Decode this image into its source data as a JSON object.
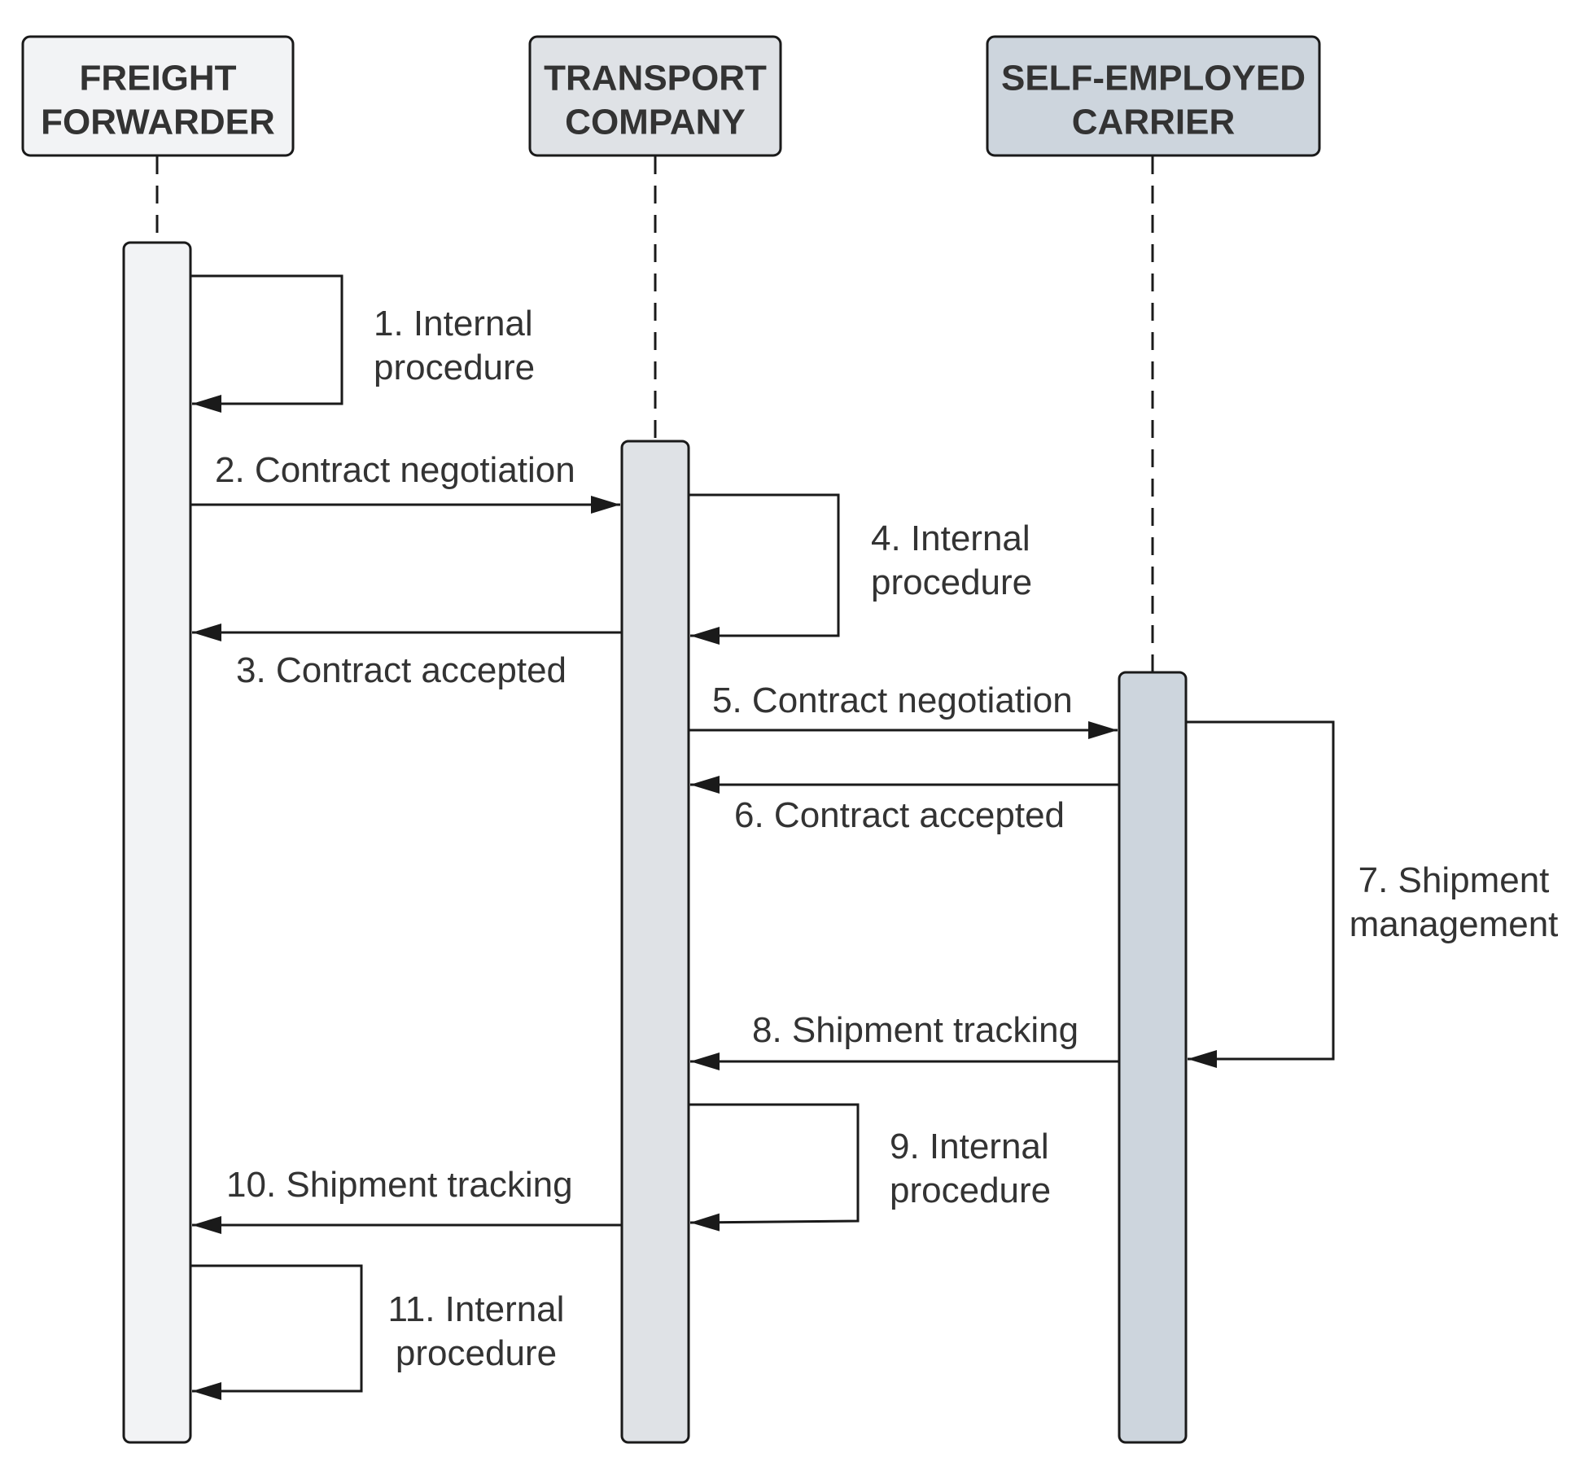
{
  "actors": [
    {
      "id": "ff",
      "lines": [
        "FREIGHT",
        "FORWARDER"
      ],
      "fill": "#f2f3f5"
    },
    {
      "id": "tc",
      "lines": [
        "TRANSPORT",
        "COMPANY"
      ],
      "fill": "#dfe2e6"
    },
    {
      "id": "sc",
      "lines": [
        "SELF-EMPLOYED",
        "CARRIER"
      ],
      "fill": "#cdd5dd"
    }
  ],
  "messages": [
    {
      "label": "1. Internal procedure",
      "lines": [
        "1. Internal",
        "procedure"
      ],
      "from": "ff",
      "to": "ff"
    },
    {
      "label": "2. Contract negotiation",
      "lines": [
        "2. Contract negotiation"
      ],
      "from": "ff",
      "to": "tc"
    },
    {
      "label": "3. Contract accepted",
      "lines": [
        "3. Contract accepted"
      ],
      "from": "tc",
      "to": "ff"
    },
    {
      "label": "4. Internal procedure",
      "lines": [
        "4. Internal",
        "procedure"
      ],
      "from": "tc",
      "to": "tc"
    },
    {
      "label": "5. Contract negotiation",
      "lines": [
        "5. Contract negotiation"
      ],
      "from": "tc",
      "to": "sc"
    },
    {
      "label": "6. Contract accepted",
      "lines": [
        "6. Contract accepted"
      ],
      "from": "sc",
      "to": "tc"
    },
    {
      "label": "7. Shipment management",
      "lines": [
        "7. Shipment",
        "management"
      ],
      "from": "sc",
      "to": "sc"
    },
    {
      "label": "8. Shipment tracking",
      "lines": [
        "8. Shipment tracking"
      ],
      "from": "sc",
      "to": "tc"
    },
    {
      "label": "9. Internal procedure",
      "lines": [
        "9. Internal",
        "procedure"
      ],
      "from": "tc",
      "to": "tc"
    },
    {
      "label": "10. Shipment tracking",
      "lines": [
        "10. Shipment tracking"
      ],
      "from": "tc",
      "to": "ff"
    },
    {
      "label": "11. Internal procedure",
      "lines": [
        "11. Internal",
        "procedure"
      ],
      "from": "ff",
      "to": "ff"
    }
  ],
  "colors": {
    "stroke": "#1a1a1a",
    "text": "#333333"
  }
}
